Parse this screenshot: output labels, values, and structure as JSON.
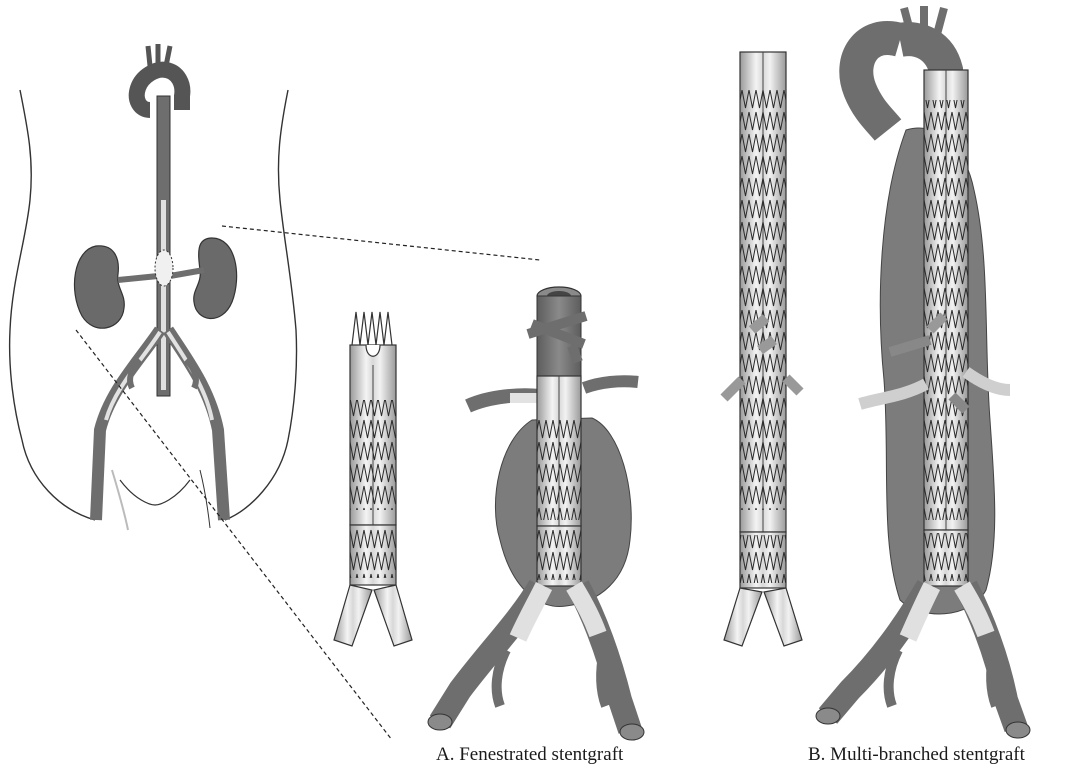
{
  "captions": {
    "a": "A. Fenestrated stentgraft",
    "b": "B. Multi-branched stentgraft"
  },
  "colors": {
    "vessel": "#777777",
    "vessel_dark": "#4a4a4a",
    "aneurysm": "#7c7c7c",
    "kidney": "#6a6a6a",
    "graft_light": "#e6e6e6",
    "graft_mid": "#bdbdbd",
    "outline": "#2a2a2a",
    "body_outline": "#333333"
  },
  "panels": [
    {
      "id": "body-overview",
      "content": "torso-with-aorta-and-kidneys"
    },
    {
      "id": "fenestrated-device",
      "content": "stentgraft-alone"
    },
    {
      "id": "fenestrated-deployed",
      "content": "stentgraft-in-aneurysm"
    },
    {
      "id": "branched-device",
      "content": "stentgraft-alone"
    },
    {
      "id": "branched-deployed",
      "content": "stentgraft-in-aneurysm"
    }
  ]
}
